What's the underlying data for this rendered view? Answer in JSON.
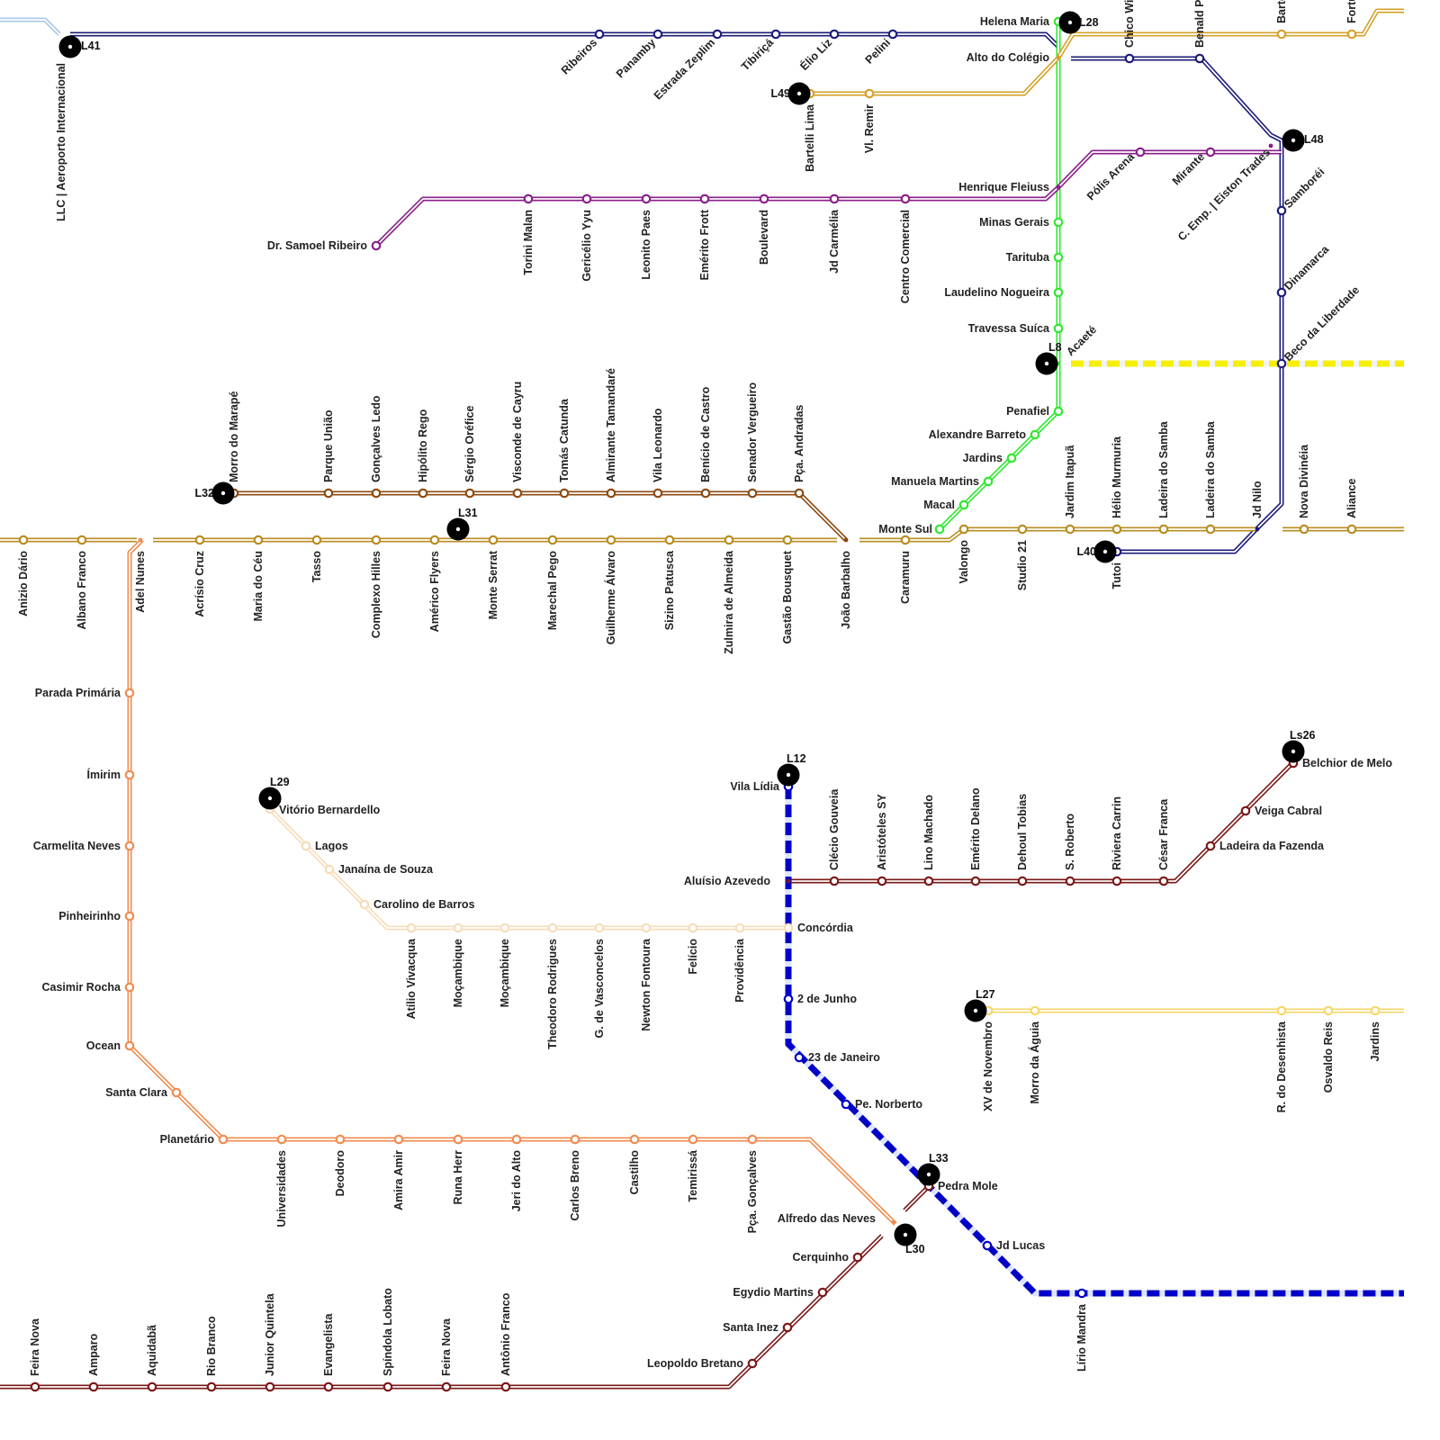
{
  "diagram": {
    "lines": [
      {
        "id": "L41",
        "label": "L41",
        "color": "#1c1c7a",
        "style": "double"
      },
      {
        "id": "L28",
        "label": "L28",
        "color": "#2ee82e",
        "style": "double"
      },
      {
        "id": "L49",
        "label": "L49",
        "color": "#d4a12a",
        "style": "double"
      },
      {
        "id": "L48",
        "label": "L48",
        "color": "#1c1c7a",
        "style": "double"
      },
      {
        "id": "henrique",
        "label": "",
        "color": "#8a1f8a",
        "style": "double"
      },
      {
        "id": "L8",
        "label": "L8",
        "color": "#f7ee00",
        "style": "dashed"
      },
      {
        "id": "L32",
        "label": "L32",
        "color": "#8c4a12",
        "style": "double"
      },
      {
        "id": "L31",
        "label": "L31",
        "color": "#b88d20",
        "style": "double"
      },
      {
        "id": "L40",
        "label": "L40",
        "color": "#1c1c7a",
        "style": "double"
      },
      {
        "id": "adel",
        "label": "",
        "color": "#f08c50",
        "style": "double"
      },
      {
        "id": "L29",
        "label": "L29",
        "color": "#f7dcb8",
        "style": "double"
      },
      {
        "id": "L12",
        "label": "L12",
        "color": "#0000c8",
        "style": "dashed"
      },
      {
        "id": "Ls26",
        "label": "Ls26",
        "color": "#7a1818",
        "style": "double"
      },
      {
        "id": "L27",
        "label": "L27",
        "color": "#f7d768",
        "style": "double"
      },
      {
        "id": "L33",
        "label": "L33",
        "color": "#7a1818",
        "style": "double"
      },
      {
        "id": "L30",
        "label": "L30",
        "color": "#7a1818",
        "style": "double"
      }
    ],
    "stations": [
      "LLC | Aeroporto Internacional",
      "Ribeiros",
      "Panamby",
      "Estrada Zeplim",
      "Tibiriçá",
      "Élio Liz",
      "Pelini",
      "Helena Maria",
      "Alto do Colégio",
      "Bartelli Lima",
      "Fortunato",
      "Chico Wilker",
      "Benald Pena",
      "Bartelli Lima",
      "Vl. Remir",
      "Dr. Samoel Ribeiro",
      "Torini Malan",
      "Gericélio Yyu",
      "Leonito Paes",
      "Emérito Frott",
      "Boulevard",
      "Jd Carmélia",
      "Centro Comercial",
      "Henrique Fleiuss",
      "Pólis Arena",
      "Mirante",
      "C. Emp. | Eiston Trades",
      "Samboréi",
      "Dinamarca",
      "Beco da Liberdade",
      "Minas Gerais",
      "Tarituba",
      "Laudelino Nogueira",
      "Travessa Suíca",
      "Acaeté",
      "Penafiel",
      "Alexandre Barreto",
      "Jardins",
      "Manuela Martins",
      "Macal",
      "Monte Sul",
      "Morro do Marapé",
      "Parque União",
      "Gonçalves Ledo",
      "Hipólito Rego",
      "Sérgio Oréfice",
      "Visconde de Cayru",
      "Tomás Catunda",
      "Almirante Tamandaré",
      "Vila Leonardo",
      "Benício de Castro",
      "Senador Vergueiro",
      "Pça. Andradas",
      "Anizio Dário",
      "Albano Franco",
      "Adel Nunes",
      "Acrísio Cruz",
      "Maria do Céu",
      "Tasso",
      "Complexo Hilles",
      "Américo Flyers",
      "Monte Serrat",
      "Marechal Pego",
      "Guilherme Álvaro",
      "Sizino Patusca",
      "Zulmira de Almeida",
      "Gastão Bousquet",
      "João Barbalho",
      "Caramuru",
      "Valongo",
      "Studio 21",
      "Jardim Itapuã",
      "Hélio Murmuria",
      "Ladeira do Samba",
      "Ladeira do Samba",
      "Jd Nilo",
      "Nova Divinéia",
      "Aliance",
      "Tutoi",
      "Parada Primária",
      "Ímirim",
      "Carmelita Neves",
      "Pinheirinho",
      "Casimir Rocha",
      "Ocean",
      "Santa Clara",
      "Planetário",
      "Universidades",
      "Deodoro",
      "Amira Amir",
      "Runa Herr",
      "Jeri do Alto",
      "Carlos Breno",
      "Castilho",
      "Temirissá",
      "Pça. Gonçalves",
      "Alfredo das Neves",
      "Vitório Bernardello",
      "Lagos",
      "Janaína de Souza",
      "Carolino de Barros",
      "Atílio Vivacqua",
      "Moçambique",
      "Moçambique",
      "Theodoro Rodrigues",
      "G. de Vasconcelos",
      "Newton Fontoura",
      "Felício",
      "Providência",
      "Concórdia",
      "Vila Lídia",
      "Aluísio Azevedo",
      "2 de Junho",
      "23 de Janeiro",
      "Pe.  Norberto",
      "Pedra Mole",
      "Jd Lucas",
      "Lírio Mandra",
      "Clécio Gouveia",
      "Aristóteles SY",
      "Lino Machado",
      "Emérito Delano",
      "Dehoul Tobias",
      "S. Roberto",
      "Riviera Carrin",
      "César Franca",
      "Ladeira da Fazenda",
      "Veiga Cabral",
      "Belchior de Melo",
      "XV de Novembro",
      "Morro da Águia",
      "R. do Desenhista",
      "Osvaldo Reis",
      "Jardins",
      "Cerquinho",
      "Egydio Martins",
      "Santa Inez",
      "Leopoldo Bretano",
      "Feira Nova",
      "Amparo",
      "Aquidabã",
      "Rio Branco",
      "Junior Quintela",
      "Evangelista",
      "Spíndola Lobato",
      "Feira Nova",
      "Antônio Franco"
    ]
  }
}
